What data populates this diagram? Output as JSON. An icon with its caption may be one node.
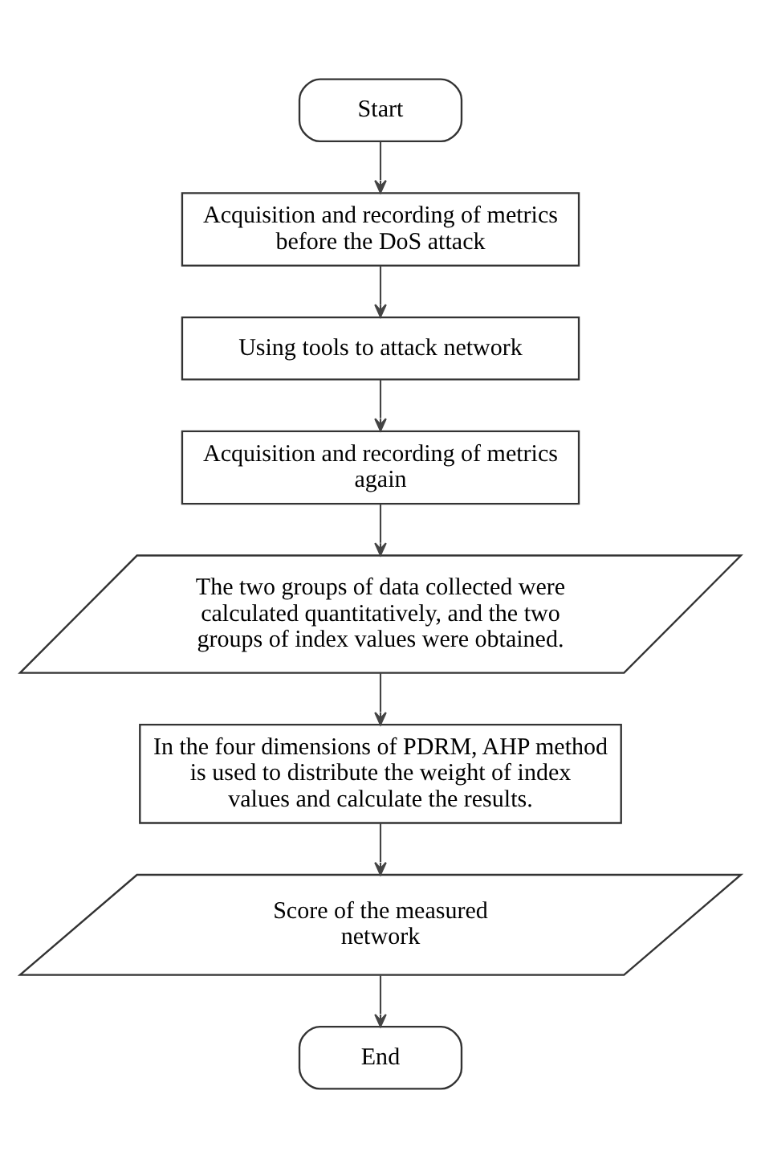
{
  "diagram": {
    "nodes": [
      {
        "text": [
          "Start"
        ]
      },
      {
        "text": [
          "Acquisition and recording of metrics before the DoS attack"
        ]
      },
      {
        "text": [
          "Using tools to attack network"
        ]
      },
      {
        "text": [
          "Acquisition and recording of metrics again"
        ]
      },
      {
        "text": [
          "The two groups of data collected were calculated quantitatively, and the two groups of index values were obtained."
        ]
      },
      {
        "text": [
          "In the four dimensions of PDRM, AHP method is used to distribute the weight of index values and calculate the results."
        ]
      },
      {
        "text": [
          "Score of the measured network"
        ]
      },
      {
        "text": [
          "End"
        ]
      }
    ],
    "edges": [
      {
        "from": 0,
        "to": 1,
        "arrow": "to"
      },
      {
        "from": 1,
        "to": 2,
        "arrow": "to"
      },
      {
        "from": 2,
        "to": 3,
        "arrow": "to"
      },
      {
        "from": 3,
        "to": 4,
        "arrow": "to"
      },
      {
        "from": 4,
        "to": 5,
        "arrow": "to"
      },
      {
        "from": 5,
        "to": 6,
        "arrow": "to"
      },
      {
        "from": 6,
        "to": 7,
        "arrow": "to"
      }
    ]
  }
}
